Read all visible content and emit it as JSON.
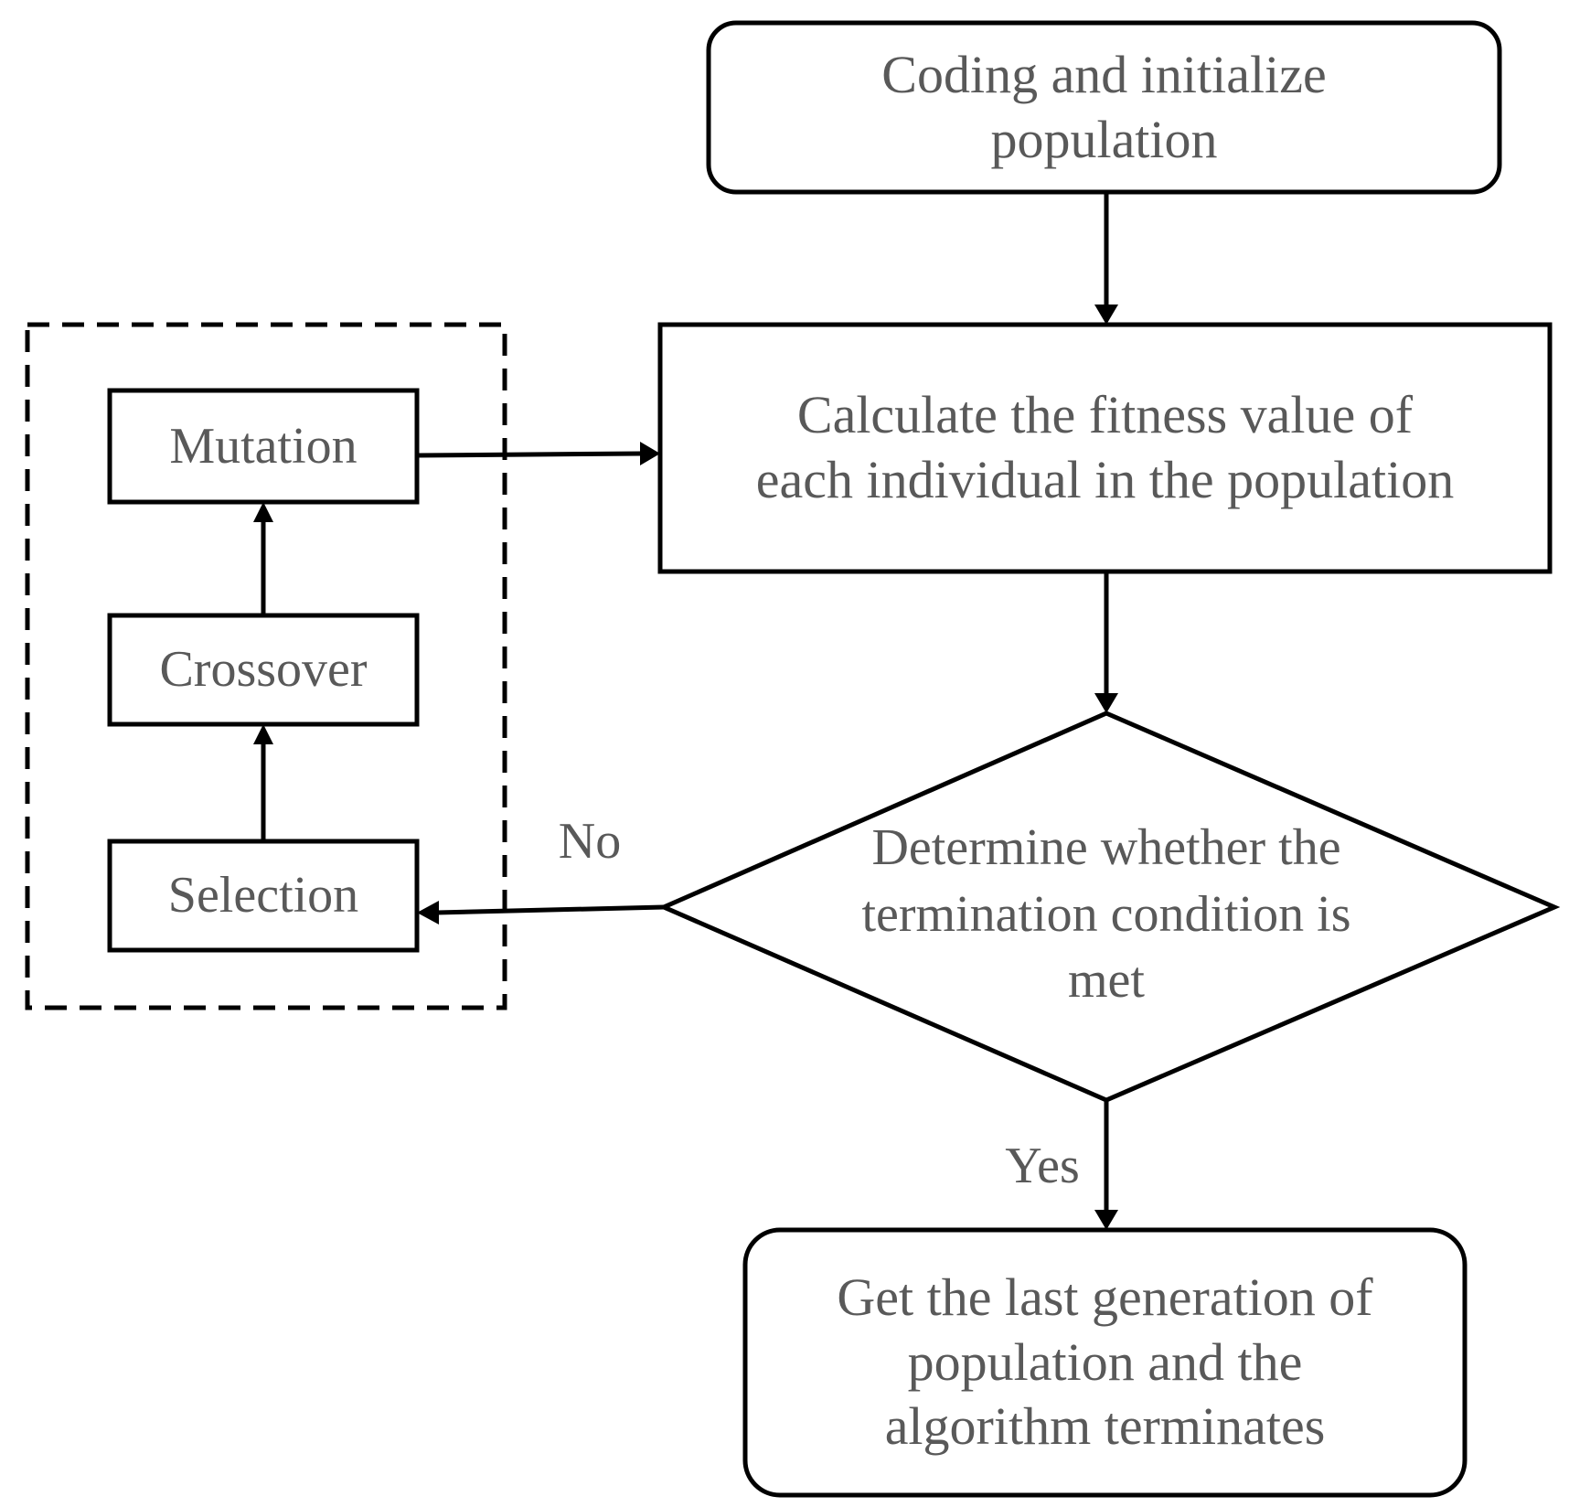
{
  "nodes": {
    "init": "Coding and initialize\npopulation",
    "fitness": "Calculate the fitness value of\neach individual in the population",
    "decision": "Determine whether the\ntermination condition is\nmet",
    "terminate": "Get the last generation of\npopulation and the\nalgorithm terminates",
    "mutation": "Mutation",
    "crossover": "Crossover",
    "selection": "Selection"
  },
  "edges": {
    "no": "No",
    "yes": "Yes"
  },
  "colors": {
    "text": "#595959",
    "stroke": "#000000"
  }
}
